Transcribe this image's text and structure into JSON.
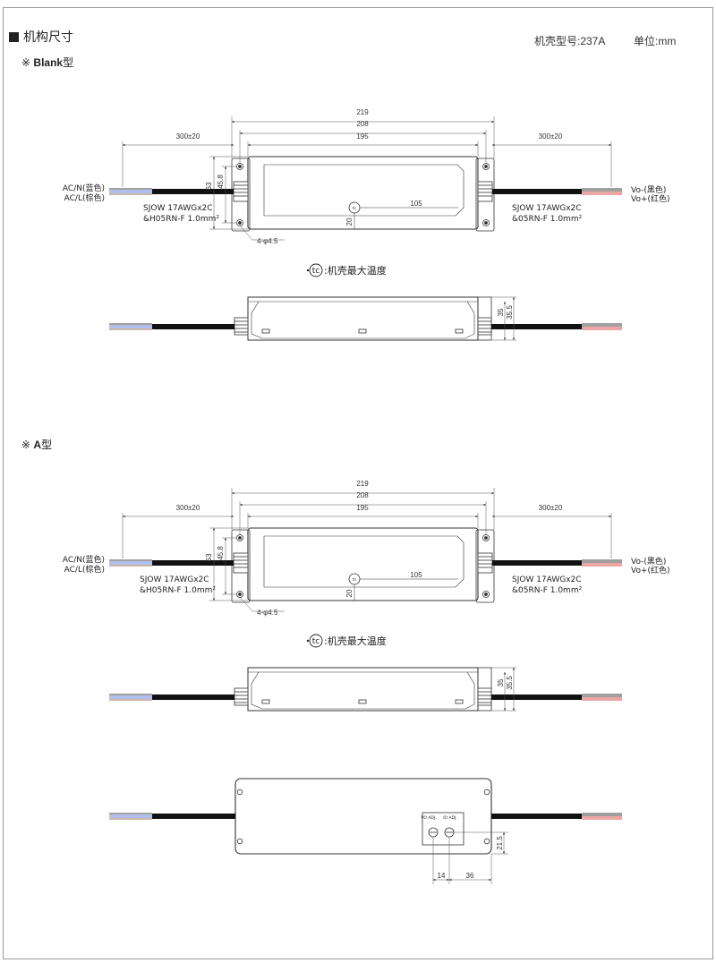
{
  "header": {
    "title": "机构尺寸",
    "model_label": "机壳型号:237A",
    "unit_label": "单位:mm"
  },
  "sections": [
    {
      "marker": "※",
      "name": "Blank",
      "suffix": "型"
    },
    {
      "marker": "※",
      "name": "A",
      "suffix": "型"
    }
  ],
  "dims": {
    "overall": "219",
    "mounting": "208",
    "body": "195",
    "cable": "300±20",
    "width": "63",
    "hole_pitch": "45.8",
    "tc_x": "105",
    "tc_y": "20",
    "height": "35",
    "height_total": "35.5",
    "holes": "4-φ4.5",
    "adj_y": "21.5",
    "adj_x1": "14",
    "adj_x2": "36"
  },
  "labels": {
    "ac_n": "AC/N(蓝色)",
    "ac_l": "AC/L(棕色)",
    "vo_neg": "Vo-(黑色)",
    "vo_pos": "Vo+(红色)",
    "cable_in_1": "SJOW 17AWGx2C",
    "cable_in_2": "&H05RN-F 1.0mm²",
    "cable_out_1": "SJOW 17AWGx2C",
    "cable_out_2": "&05RN-F 1.0mm²",
    "tc_symbol": "tc",
    "tc_desc": ":机壳最大温度",
    "pot_vo": "VO ADJ.",
    "pot_io": "IO ADJ."
  }
}
